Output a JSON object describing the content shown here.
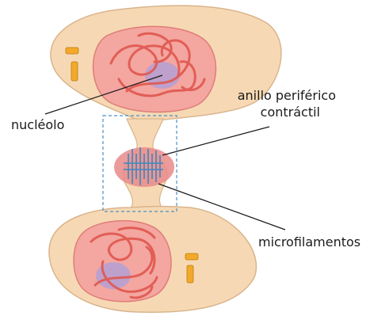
{
  "labels": {
    "nucleolus": "nucléolo",
    "ring_line1": "anillo periférico",
    "ring_line2": "contráctil",
    "microfilaments": "microfilamentos"
  },
  "colors": {
    "cytoplasm": "#f6d9b4",
    "cytoplasm_edge": "#d9b48c",
    "nucleus": "#f4a6a0",
    "nucleus_edge": "#e07d78",
    "chromatin": "#e0574e",
    "nucleolus": "#b8a0d0",
    "ring": "#e9898a",
    "microfilament": "#3a88c4",
    "guide_box": "#4a90c8",
    "mitochondria": "#f2a92a"
  }
}
